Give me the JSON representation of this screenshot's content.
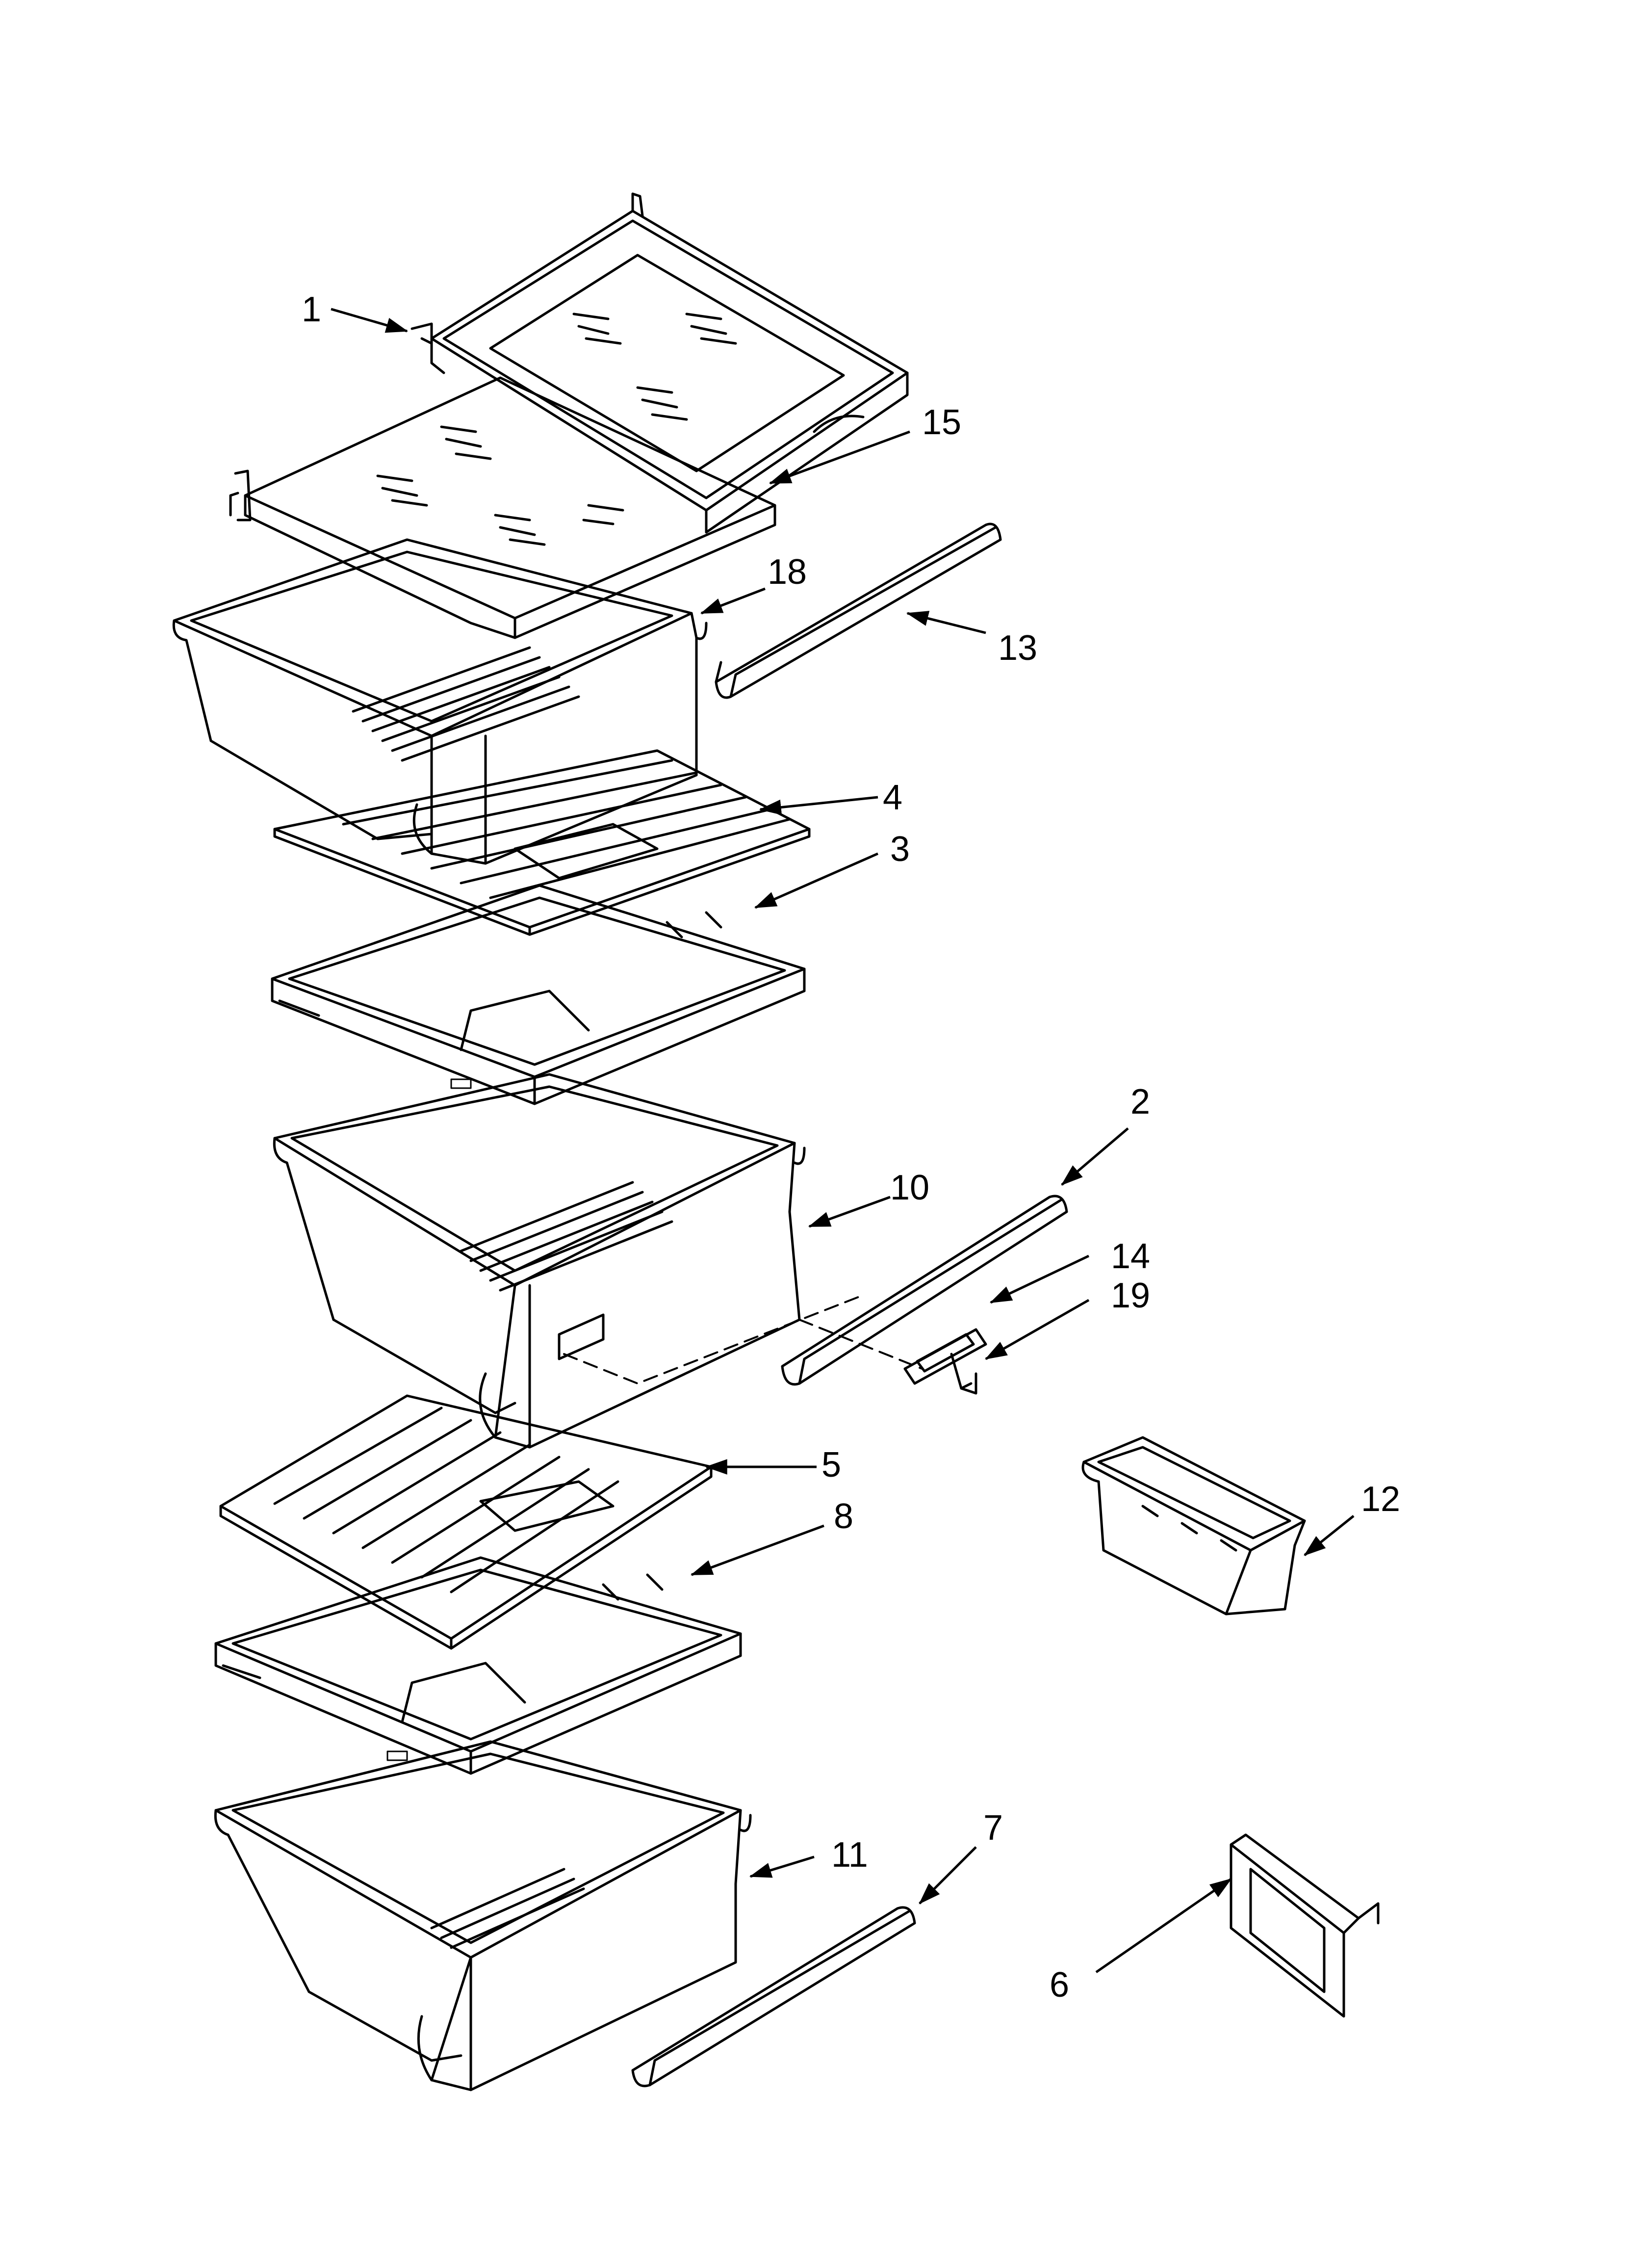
{
  "diagram": {
    "callouts": [
      {
        "id": "1",
        "label": "1",
        "part": "upper-shelf"
      },
      {
        "id": "15",
        "label": "15",
        "part": "upper-shelf"
      },
      {
        "id": "18",
        "label": "18",
        "part": "upper-crisper"
      },
      {
        "id": "13",
        "label": "13",
        "part": "trim-upper"
      },
      {
        "id": "4",
        "label": "4",
        "part": "glass-shelf-upper"
      },
      {
        "id": "3",
        "label": "3",
        "part": "cover-frame-upper"
      },
      {
        "id": "2",
        "label": "2",
        "part": "trim-middle"
      },
      {
        "id": "10",
        "label": "10",
        "part": "middle-crisper"
      },
      {
        "id": "14",
        "label": "14",
        "part": "slide-control"
      },
      {
        "id": "19",
        "label": "19",
        "part": "slide-control"
      },
      {
        "id": "5",
        "label": "5",
        "part": "glass-shelf-lower"
      },
      {
        "id": "8",
        "label": "8",
        "part": "cover-frame-lower"
      },
      {
        "id": "12",
        "label": "12",
        "part": "utility-bin"
      },
      {
        "id": "11",
        "label": "11",
        "part": "lower-crisper"
      },
      {
        "id": "7",
        "label": "7",
        "part": "trim-lower"
      },
      {
        "id": "6",
        "label": "6",
        "part": "bracket"
      }
    ]
  }
}
